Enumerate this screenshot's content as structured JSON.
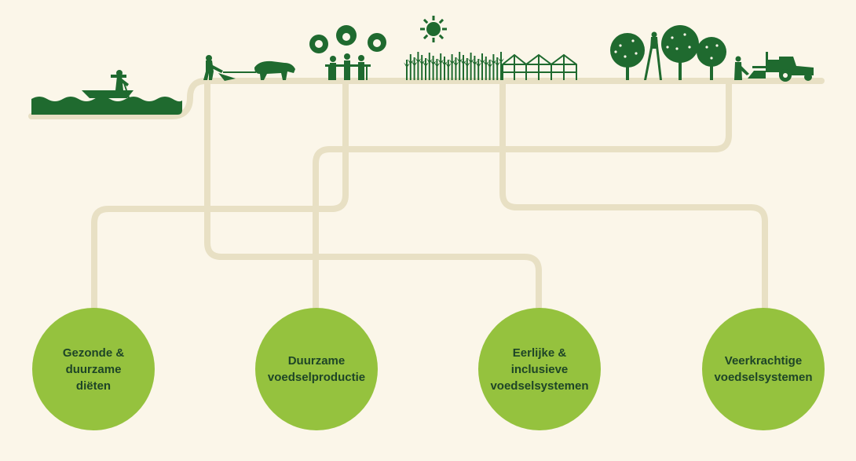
{
  "colors": {
    "background": "#fbf6e9",
    "connector": "#e8e0c4",
    "silhouette": "#1f6a2f",
    "circle_fill": "#95c23e",
    "circle_text": "#1e4527"
  },
  "scene_icons": [
    "fisherman-boat-icon",
    "farmer-plough-ox-icon",
    "family-dining-icon",
    "sun-icon",
    "crop-field-icon",
    "greenhouse-icon",
    "orchard-harvest-icon",
    "tractor-sprayer-icon"
  ],
  "circles": [
    {
      "label": "Gezonde &\nduurzame\ndiëten"
    },
    {
      "label": "Duurzame\nvoedselproductie"
    },
    {
      "label": "Eerlijke &\ninclusieve\nvoedselsystemen"
    },
    {
      "label": "Veerkrachtige\nvoedselsystemen"
    }
  ]
}
